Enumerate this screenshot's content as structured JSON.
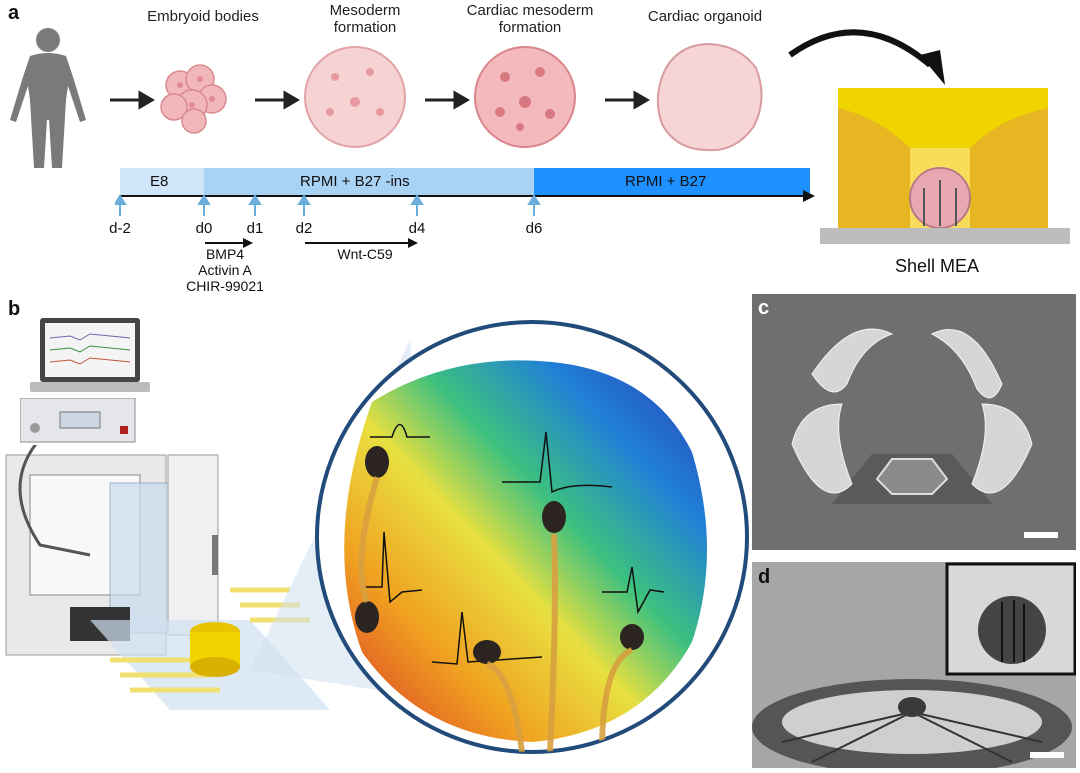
{
  "panels": {
    "a": {
      "label": "a",
      "stages": [
        "Embryoid bodies",
        "Mesoderm\nformation",
        "Cardiac mesoderm\nformation",
        "Cardiac organoid"
      ],
      "timeline_segments": [
        "E8",
        "RPMI + B27 -ins",
        "RPMI + B27"
      ],
      "days": [
        "d-2",
        "d0",
        "d1",
        "d2",
        "d4",
        "d6"
      ],
      "treatments": [
        "BMP4\nActivin A\nCHIR-99021",
        "Wnt-C59"
      ],
      "device_label": "Shell MEA"
    },
    "b": {
      "label": "b"
    },
    "c": {
      "label": "c"
    },
    "d": {
      "label": "d"
    }
  },
  "colors": {
    "timeline_light": "#cfe6fa",
    "timeline_mid": "#a9d3f5",
    "timeline_dark": "#1e90ff",
    "tick_blue": "#6aaedc",
    "device_yellow": "#f0d400",
    "organoid_pink": "#f3c4c8"
  }
}
